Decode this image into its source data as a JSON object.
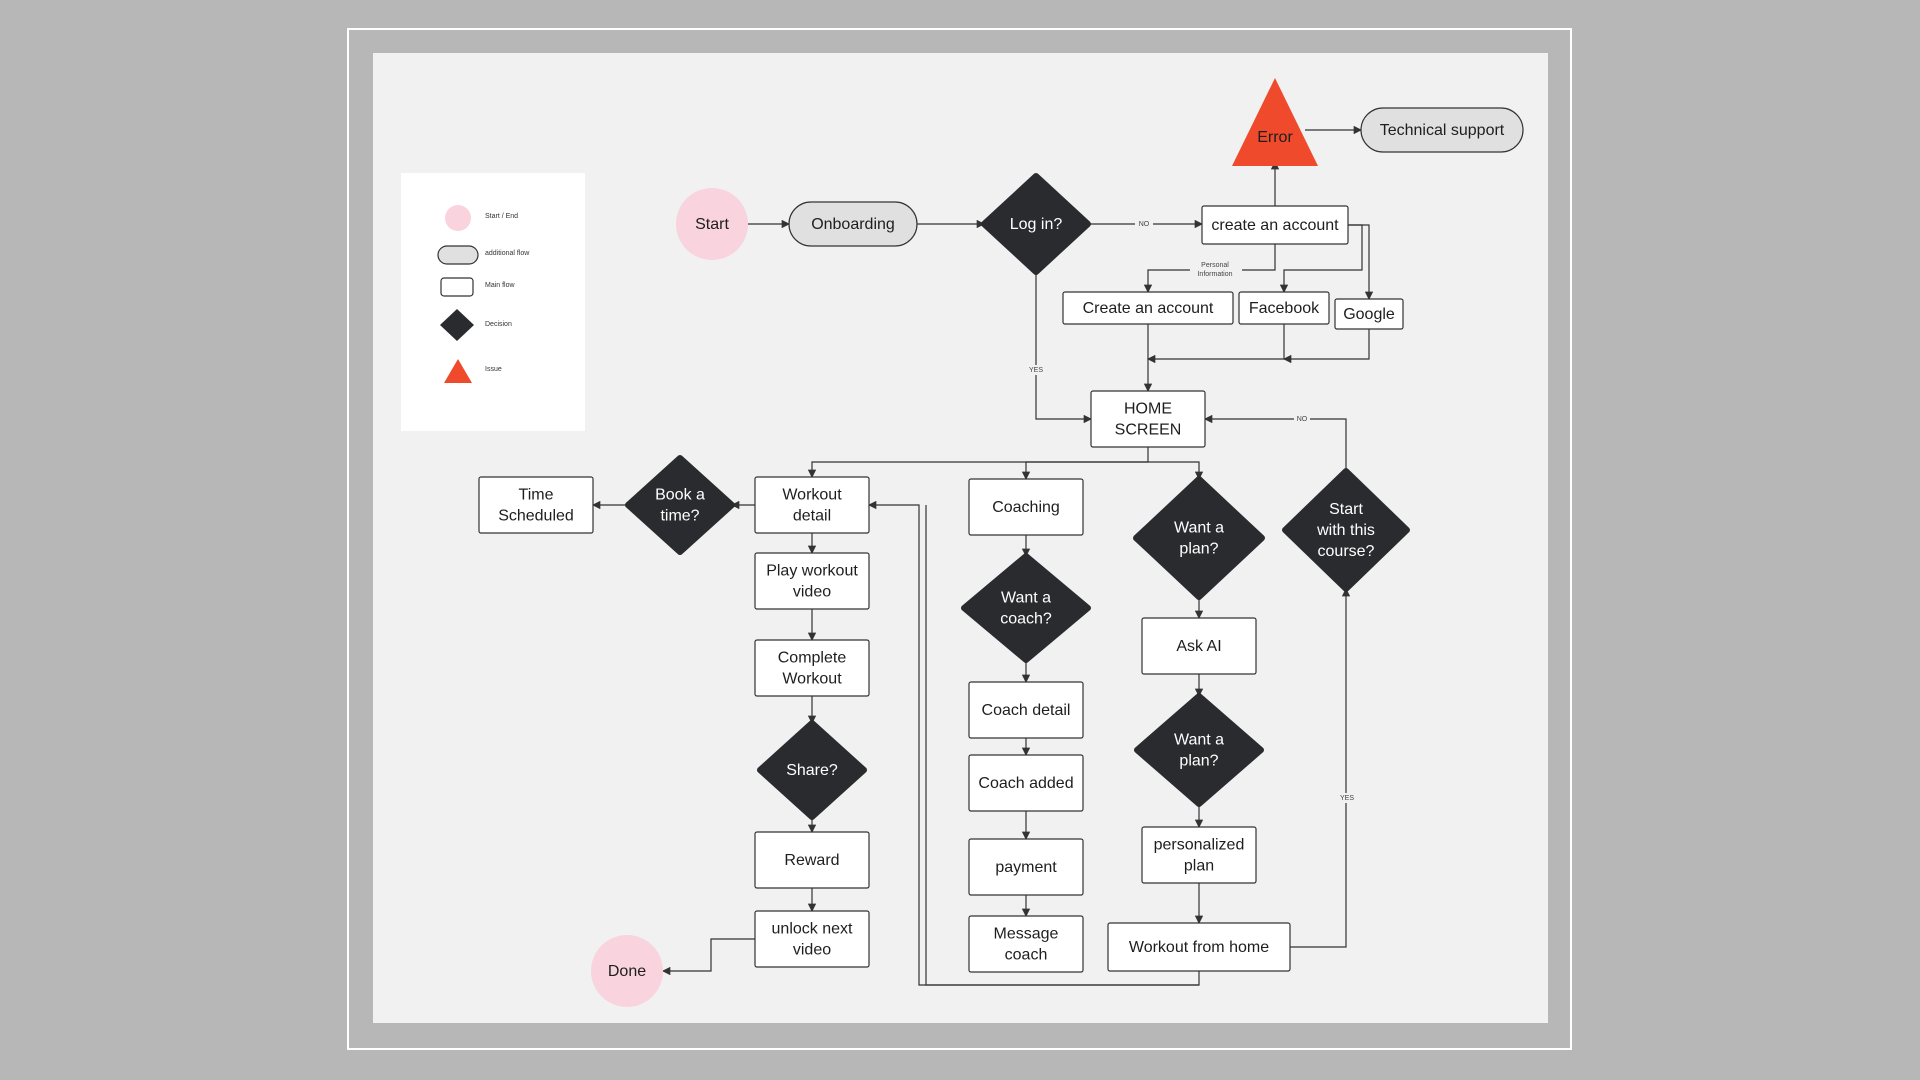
{
  "legend": {
    "items": [
      {
        "id": "start_end",
        "label": "Start / End"
      },
      {
        "id": "additional_flow",
        "label": "additional flow"
      },
      {
        "id": "main_flow",
        "label": "Main flow"
      },
      {
        "id": "decision",
        "label": "Decision"
      },
      {
        "id": "issue",
        "label": "Issue"
      }
    ]
  },
  "colors": {
    "start_end": "#f9d3de",
    "additional_flow": "#e0e0e0",
    "decision": "#2a2b2e",
    "issue": "#ef4a2b",
    "main_flow": "#ffffff",
    "canvas": "#f1f1f1",
    "background": "#b7b7b7"
  },
  "nodes": [
    {
      "id": "start",
      "type": "terminal",
      "lines": [
        "Start"
      ]
    },
    {
      "id": "onboarding",
      "type": "additional",
      "lines": [
        "Onboarding"
      ]
    },
    {
      "id": "login",
      "type": "decision",
      "lines": [
        "Log in?"
      ]
    },
    {
      "id": "create_account_top",
      "type": "main",
      "lines": [
        "create an account"
      ]
    },
    {
      "id": "error",
      "type": "issue",
      "lines": [
        "Error"
      ]
    },
    {
      "id": "tech_support",
      "type": "additional",
      "lines": [
        "Technical support"
      ]
    },
    {
      "id": "create_account_opt",
      "type": "main",
      "lines": [
        "Create an account"
      ]
    },
    {
      "id": "facebook",
      "type": "main",
      "lines": [
        "Facebook"
      ]
    },
    {
      "id": "google",
      "type": "main",
      "lines": [
        "Google"
      ]
    },
    {
      "id": "home",
      "type": "main",
      "lines": [
        "HOME",
        "SCREEN"
      ]
    },
    {
      "id": "time_scheduled",
      "type": "main",
      "lines": [
        "Time",
        "Scheduled"
      ]
    },
    {
      "id": "book_time",
      "type": "decision",
      "lines": [
        "Book a",
        "time?"
      ]
    },
    {
      "id": "workout_detail",
      "type": "main",
      "lines": [
        "Workout",
        "detail"
      ]
    },
    {
      "id": "play_video",
      "type": "main",
      "lines": [
        "Play workout",
        "video"
      ]
    },
    {
      "id": "complete_workout",
      "type": "main",
      "lines": [
        "Complete",
        "Workout"
      ]
    },
    {
      "id": "share",
      "type": "decision",
      "lines": [
        "Share?"
      ]
    },
    {
      "id": "reward",
      "type": "main",
      "lines": [
        "Reward"
      ]
    },
    {
      "id": "unlock_video",
      "type": "main",
      "lines": [
        "unlock next",
        "video"
      ]
    },
    {
      "id": "done",
      "type": "terminal",
      "lines": [
        "Done"
      ]
    },
    {
      "id": "coaching",
      "type": "main",
      "lines": [
        "Coaching"
      ]
    },
    {
      "id": "want_coach",
      "type": "decision",
      "lines": [
        "Want a",
        "coach?"
      ]
    },
    {
      "id": "coach_detail",
      "type": "main",
      "lines": [
        "Coach detail"
      ]
    },
    {
      "id": "coach_added",
      "type": "main",
      "lines": [
        "Coach added"
      ]
    },
    {
      "id": "payment",
      "type": "main",
      "lines": [
        "payment"
      ]
    },
    {
      "id": "message_coach",
      "type": "main",
      "lines": [
        "Message",
        "coach"
      ]
    },
    {
      "id": "want_plan_1",
      "type": "decision",
      "lines": [
        "Want a",
        "plan?"
      ]
    },
    {
      "id": "ask_ai",
      "type": "main",
      "lines": [
        "Ask AI"
      ]
    },
    {
      "id": "want_plan_2",
      "type": "decision",
      "lines": [
        "Want a",
        "plan?"
      ]
    },
    {
      "id": "personalized_plan",
      "type": "main",
      "lines": [
        "personalized",
        "plan"
      ]
    },
    {
      "id": "workout_home",
      "type": "main",
      "lines": [
        "Workout from home"
      ]
    },
    {
      "id": "start_course",
      "type": "decision",
      "lines": [
        "Start",
        "with this",
        "course?"
      ]
    }
  ],
  "edge_labels": {
    "no_login": "NO",
    "yes_login": "YES",
    "personal_info": [
      "Personal",
      "Information"
    ],
    "no_course": "NO",
    "yes_course": "YES"
  }
}
